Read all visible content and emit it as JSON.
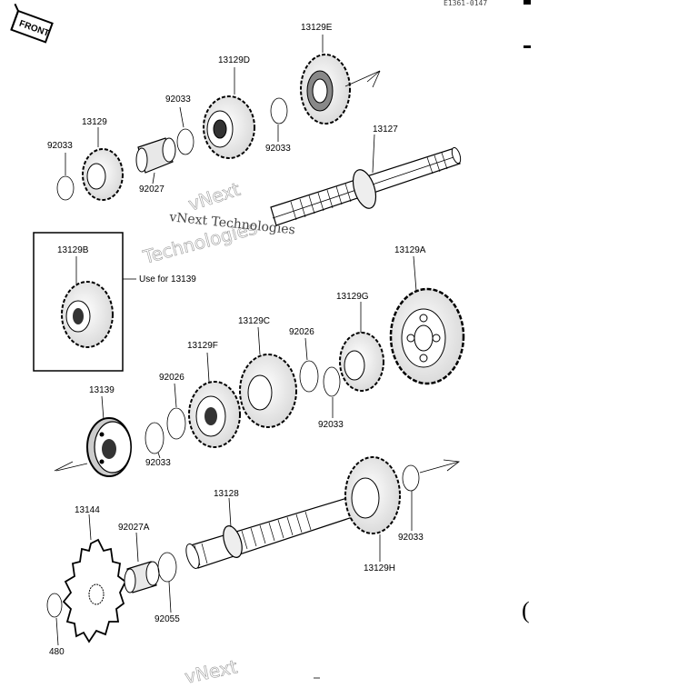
{
  "drawing_code": "E1361-0147",
  "front_label": "FRONT",
  "use_for_note": "Use for 13139",
  "watermarks": [
    "vNext",
    "Technologies",
    "vNext Technologies",
    "vNext"
  ],
  "parts": [
    {
      "id": "p-13129e",
      "label": "13129E"
    },
    {
      "id": "p-13129d",
      "label": "13129D"
    },
    {
      "id": "p-92033-a",
      "label": "92033"
    },
    {
      "id": "p-92033-b",
      "label": "92033"
    },
    {
      "id": "p-13129",
      "label": "13129"
    },
    {
      "id": "p-92033-c",
      "label": "92033"
    },
    {
      "id": "p-92027",
      "label": "92027"
    },
    {
      "id": "p-13127",
      "label": "13127"
    },
    {
      "id": "p-13129b",
      "label": "13129B"
    },
    {
      "id": "p-13129a",
      "label": "13129A"
    },
    {
      "id": "p-13129g",
      "label": "13129G"
    },
    {
      "id": "p-13129c",
      "label": "13129C"
    },
    {
      "id": "p-92026-a",
      "label": "92026"
    },
    {
      "id": "p-13129f",
      "label": "13129F"
    },
    {
      "id": "p-92026-b",
      "label": "92026"
    },
    {
      "id": "p-92033-d",
      "label": "92033"
    },
    {
      "id": "p-13139",
      "label": "13139"
    },
    {
      "id": "p-92033-e",
      "label": "92033"
    },
    {
      "id": "p-13128",
      "label": "13128"
    },
    {
      "id": "p-92033-f",
      "label": "92033"
    },
    {
      "id": "p-13129h",
      "label": "13129H"
    },
    {
      "id": "p-13144",
      "label": "13144"
    },
    {
      "id": "p-92027a",
      "label": "92027A"
    },
    {
      "id": "p-92055",
      "label": "92055"
    },
    {
      "id": "p-480",
      "label": "480"
    }
  ]
}
